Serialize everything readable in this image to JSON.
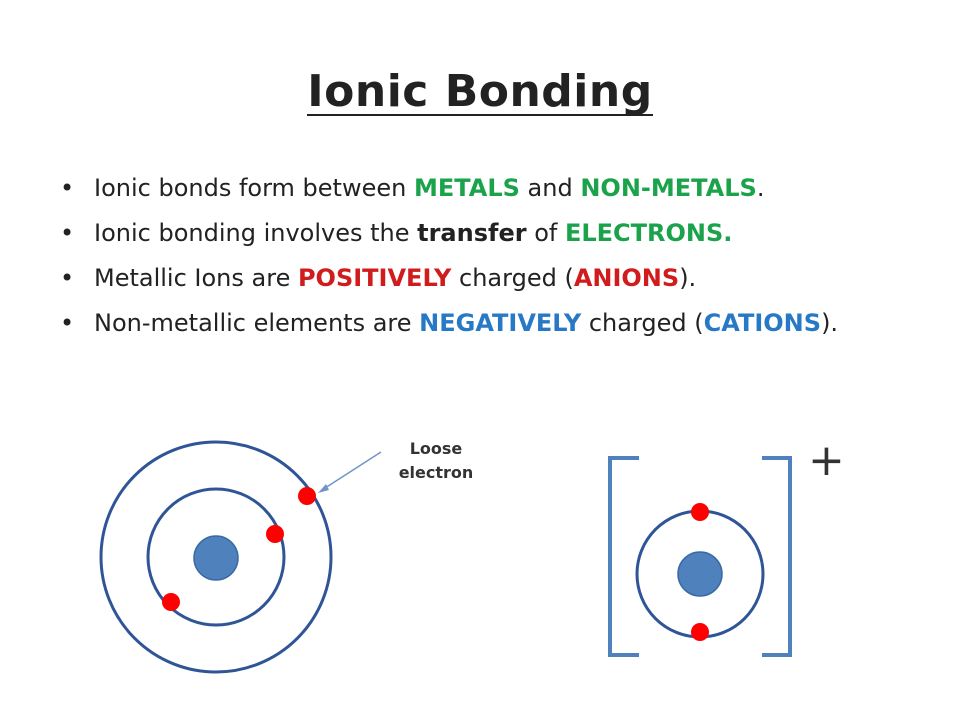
{
  "slide": {
    "title": "Ionic Bonding",
    "bullets": [
      [
        {
          "text": "Ionic bonds form between ",
          "style": "plain"
        },
        {
          "text": "METALS",
          "style": "green"
        },
        {
          "text": " and ",
          "style": "plain"
        },
        {
          "text": "NON-METALS",
          "style": "green"
        },
        {
          "text": ".",
          "style": "plain"
        }
      ],
      [
        {
          "text": "Ionic bonding involves the ",
          "style": "plain"
        },
        {
          "text": "transfer",
          "style": "bold"
        },
        {
          "text": " of ",
          "style": "plain"
        },
        {
          "text": "ELECTRONS.",
          "style": "green"
        }
      ],
      [
        {
          "text": "Metallic Ions are ",
          "style": "plain"
        },
        {
          "text": "POSITIVELY",
          "style": "red"
        },
        {
          "text": " charged (",
          "style": "plain"
        },
        {
          "text": "ANIONS",
          "style": "red"
        },
        {
          "text": ").",
          "style": "plain"
        }
      ],
      [
        {
          "text": "Non-metallic elements are ",
          "style": "plain"
        },
        {
          "text": "NEGATIVELY",
          "style": "blue"
        },
        {
          "text": " charged (",
          "style": "plain"
        },
        {
          "text": "CATIONS",
          "style": "blue"
        },
        {
          "text": ").",
          "style": "plain"
        }
      ]
    ]
  },
  "diagram": {
    "label": "Loose electron",
    "charge": "+",
    "colors": {
      "orbit": "#2f5597",
      "nucleus": "#4f81bd",
      "electron": "#ff0000",
      "bracket": "#4f81bd",
      "arrow": "#6f95c9"
    }
  }
}
